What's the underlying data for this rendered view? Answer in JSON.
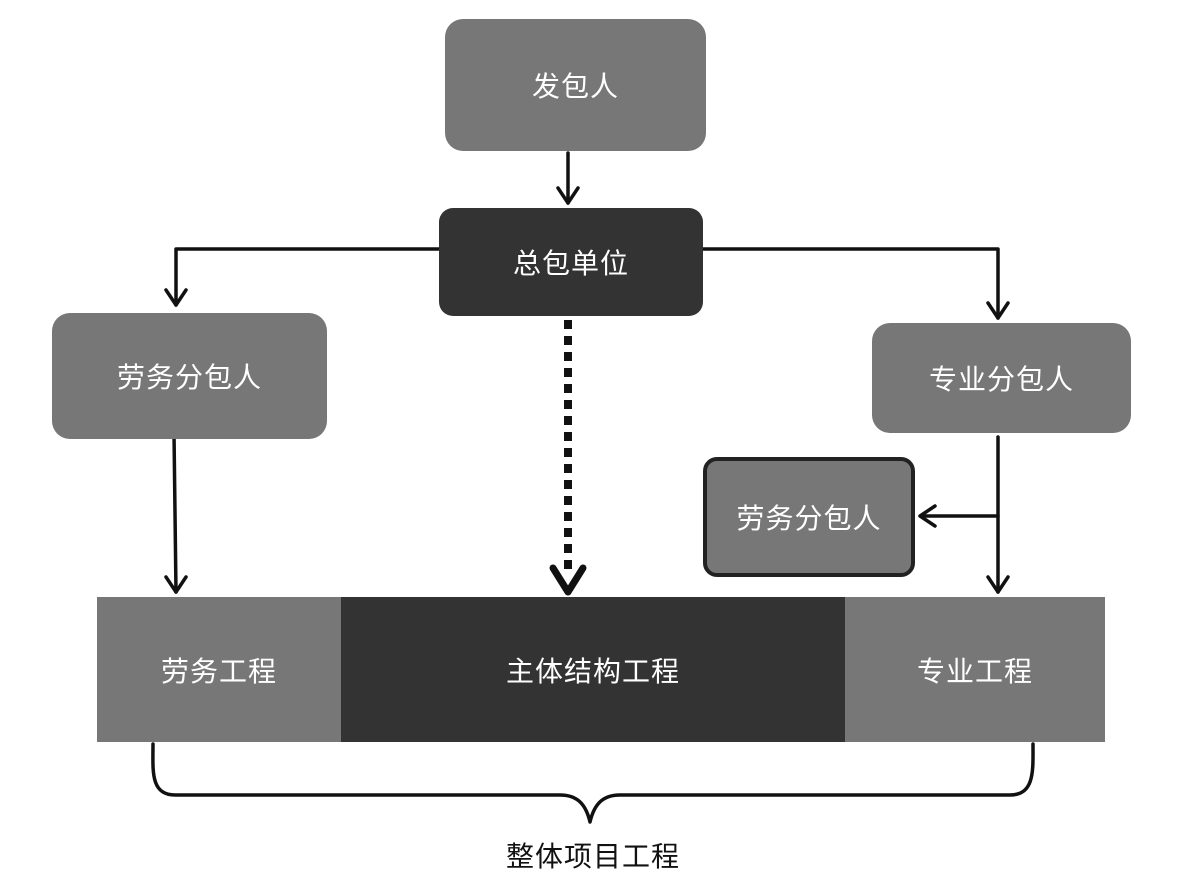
{
  "nodes": {
    "owner": "发包人",
    "general_contractor": "总包单位",
    "labor_subcontractor_left": "劳务分包人",
    "specialty_subcontractor": "专业分包人",
    "labor_subcontractor_right": "劳务分包人"
  },
  "project_bar": {
    "labor_works": "劳务工程",
    "main_structure": "主体结构工程",
    "specialty_works": "专业工程"
  },
  "overall_project": "整体项目工程",
  "colors": {
    "gray_box": "#777777",
    "dark_box": "#333333",
    "line": "#111111"
  }
}
